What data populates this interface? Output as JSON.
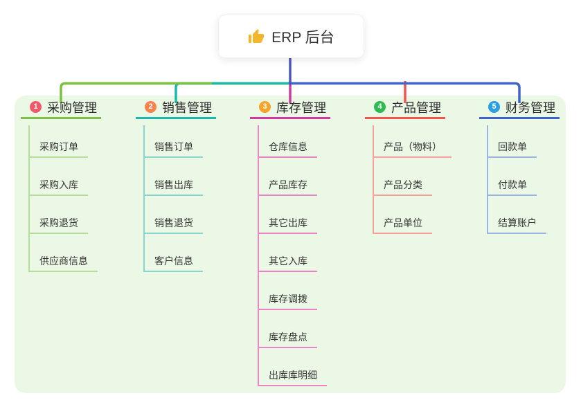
{
  "root": {
    "label": "ERP 后台",
    "icon": "thumbs-up-icon",
    "icon_color": "#f3b72e",
    "connector_color": "#4b58c7"
  },
  "canvas": {
    "panel_color": "#ecf8e6",
    "background_color": "#ffffff",
    "text_color": "#333333"
  },
  "branches": [
    {
      "badge": "1",
      "label": "采购管理",
      "badge_color": "#f25968",
      "line_color": "#7cc144",
      "sub_line_color": "#b7dd9b",
      "items": [
        "采购订单",
        "采购入库",
        "采购退货",
        "供应商信息"
      ]
    },
    {
      "badge": "2",
      "label": "销售管理",
      "badge_color": "#f6824d",
      "line_color": "#1bb9ac",
      "sub_line_color": "#86d6cd",
      "items": [
        "销售订单",
        "销售出库",
        "销售退货",
        "客户信息"
      ]
    },
    {
      "badge": "3",
      "label": "库存管理",
      "badge_color": "#f6a429",
      "line_color": "#d1399e",
      "sub_line_color": "#ec85c5",
      "items": [
        "仓库信息",
        "产品库存",
        "其它出库",
        "其它入库",
        "库存调拨",
        "库存盘点",
        "出库库明细"
      ]
    },
    {
      "badge": "4",
      "label": "产品管理",
      "badge_color": "#2eba53",
      "line_color": "#f4544d",
      "sub_line_color": "#f8a09a",
      "items": [
        "产品（物料）",
        "产品分类",
        "产品单位"
      ]
    },
    {
      "badge": "5",
      "label": "财务管理",
      "badge_color": "#2c9fe3",
      "line_color": "#3f63c8",
      "sub_line_color": "#9cb4e2",
      "items": [
        "回款单",
        "付款单",
        "结算账户"
      ]
    }
  ]
}
